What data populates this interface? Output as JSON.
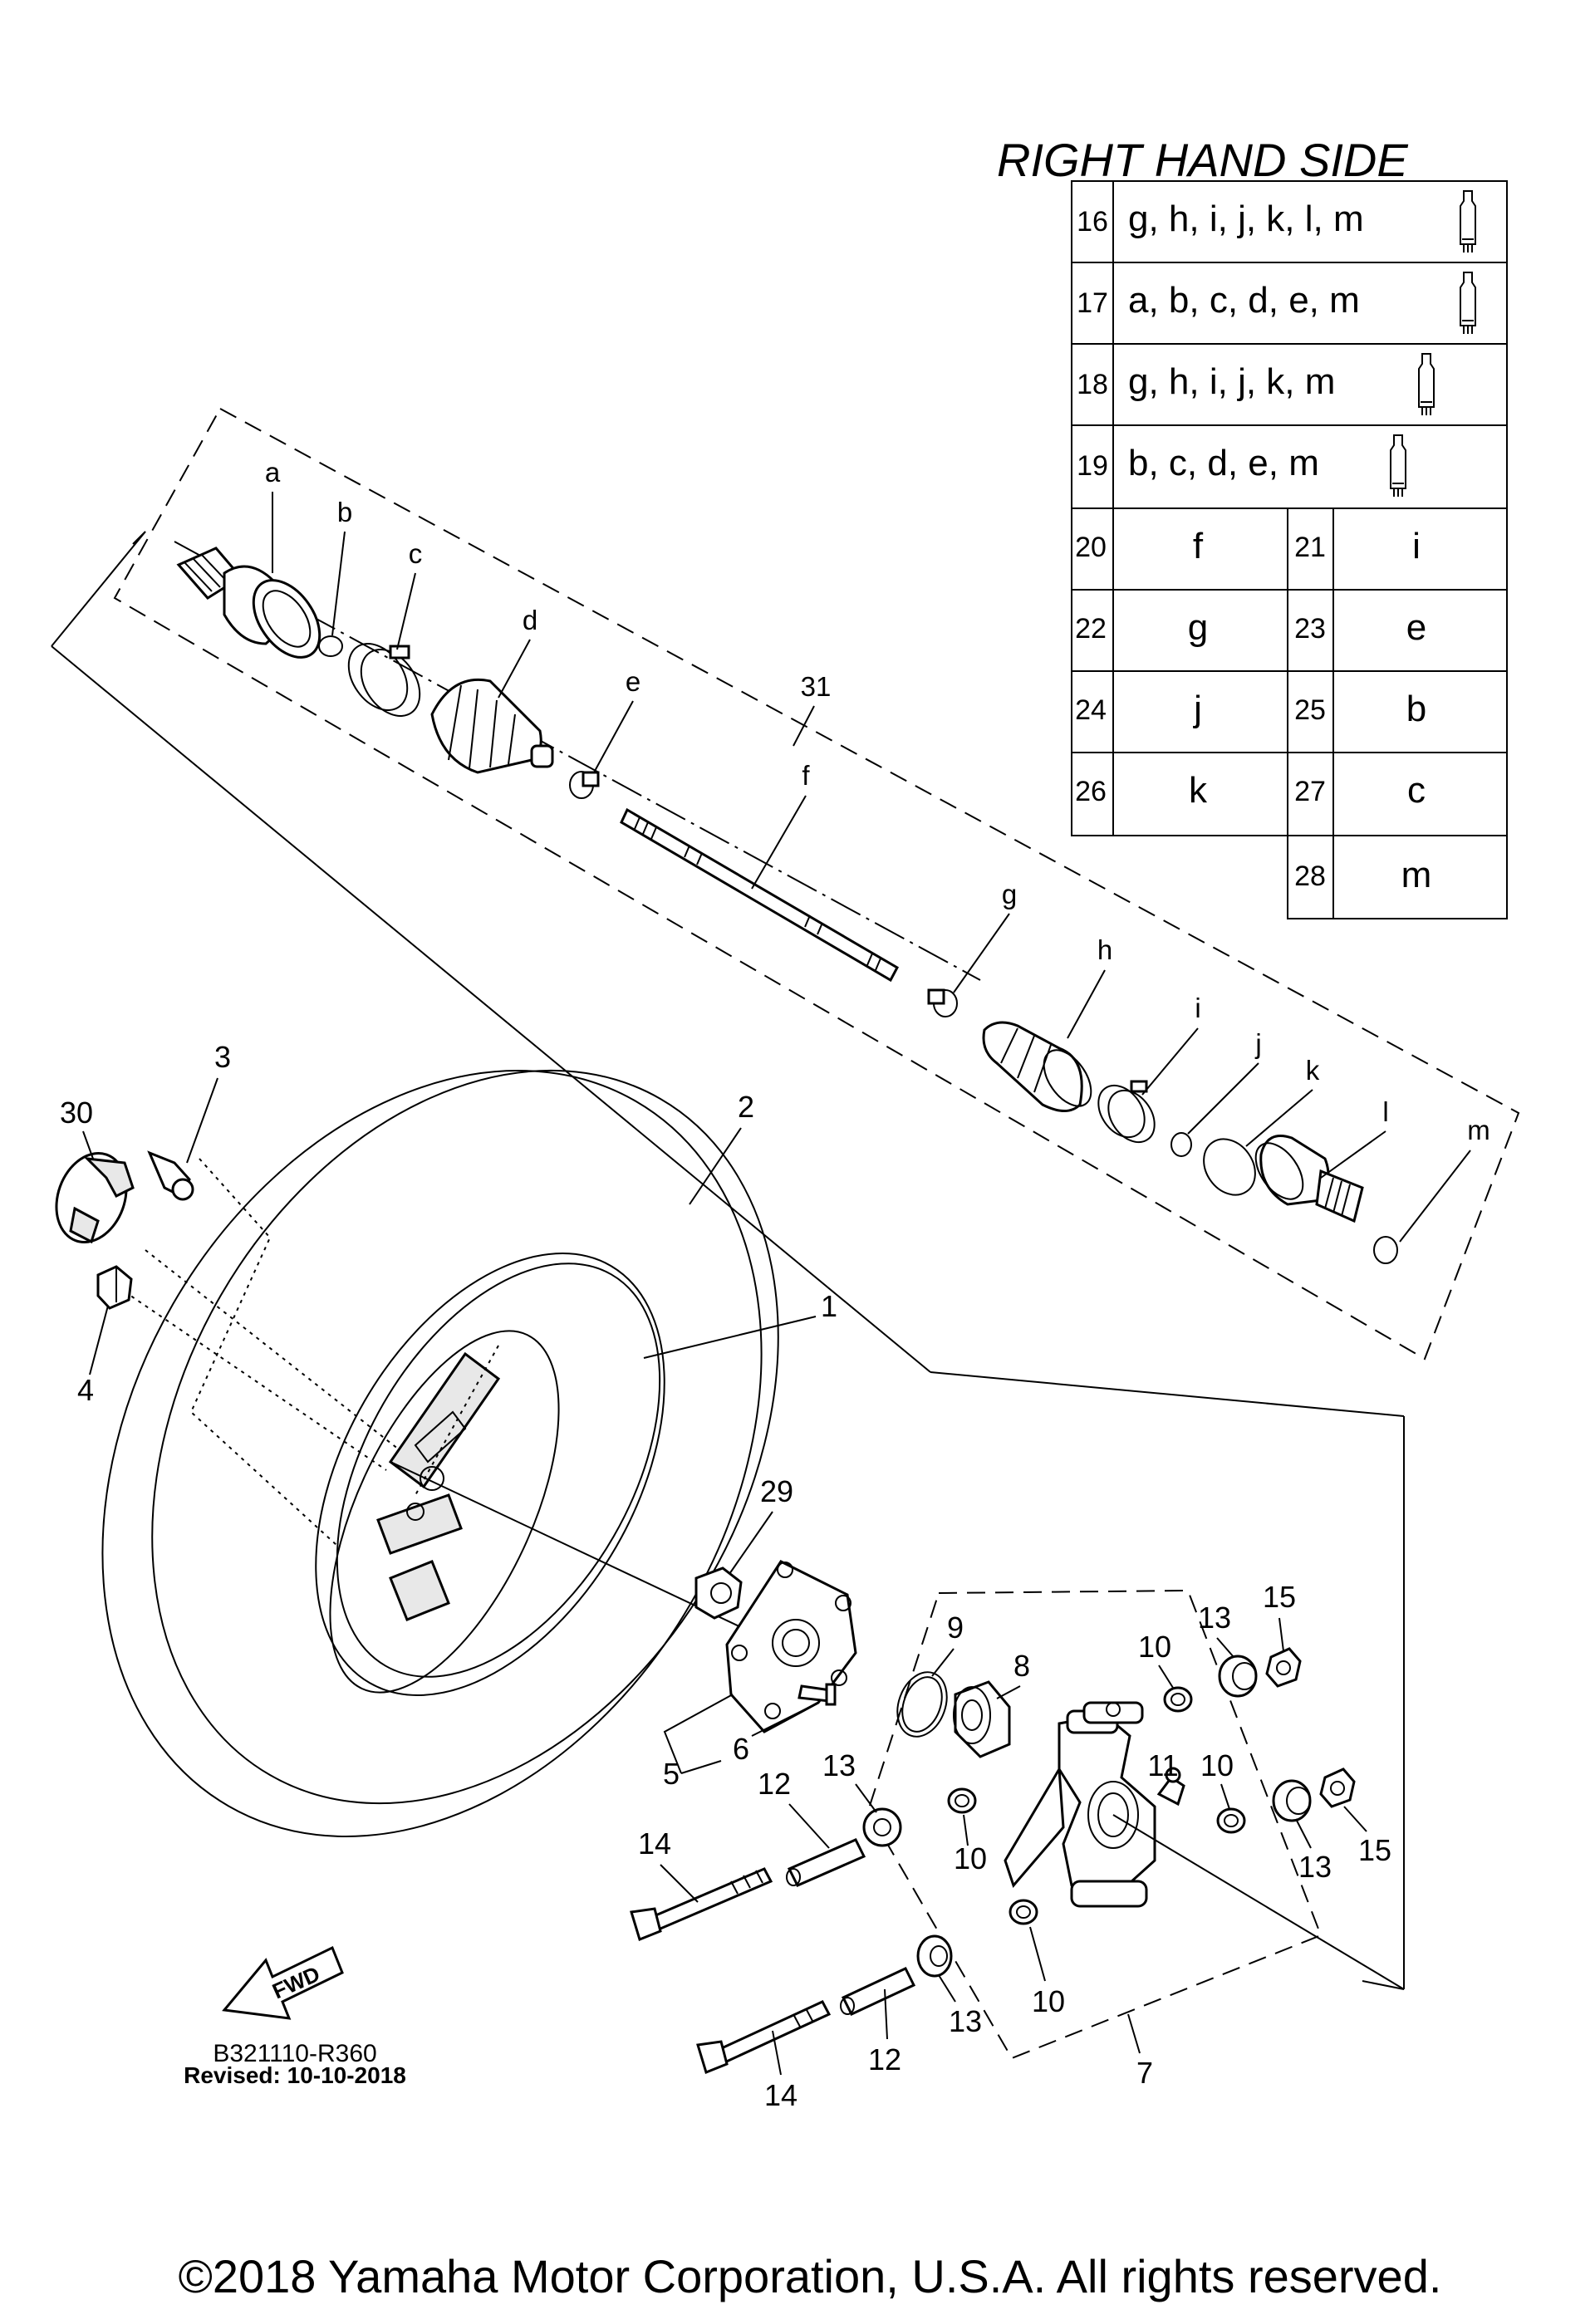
{
  "diagram": {
    "title": "RIGHT HAND SIDE",
    "drawing_code": "B321110-R360",
    "revised": "Revised: 10-10-2018",
    "copyright": "©2018 Yamaha Motor Corporation, U.S.A. All rights reserved.",
    "fwd_label": "FWD",
    "grease_icon": "grease-tube-icon",
    "table": {
      "rows": [
        {
          "num": "16",
          "parts": "g, h, i, j, k, l, m"
        },
        {
          "num": "17",
          "parts": "a, b, c, d, e, m"
        },
        {
          "num": "18",
          "parts": "g, h, i, j, k, m"
        },
        {
          "num": "19",
          "parts": "b, c, d, e, m"
        }
      ],
      "pairs": [
        {
          "left_num": "20",
          "left_val": "f",
          "right_num": "21",
          "right_val": "i"
        },
        {
          "left_num": "22",
          "left_val": "g",
          "right_num": "23",
          "right_val": "e"
        },
        {
          "left_num": "24",
          "left_val": "j",
          "right_num": "25",
          "right_val": "b"
        },
        {
          "left_num": "26",
          "left_val": "k",
          "right_num": "27",
          "right_val": "c"
        }
      ],
      "last": {
        "num": "28",
        "val": "m"
      }
    },
    "letters": [
      "a",
      "b",
      "c",
      "d",
      "e",
      "f",
      "g",
      "h",
      "i",
      "j",
      "k",
      "l",
      "m"
    ],
    "callouts": {
      "n1": "1",
      "n2": "2",
      "n3": "3",
      "n4": "4",
      "n5": "5",
      "n6": "6",
      "n7": "7",
      "n8": "8",
      "n9": "9",
      "n10": "10",
      "n11": "11",
      "n12": "12",
      "n13": "13",
      "n14": "14",
      "n15": "15",
      "n29": "29",
      "n30": "30",
      "n31": "31"
    }
  }
}
